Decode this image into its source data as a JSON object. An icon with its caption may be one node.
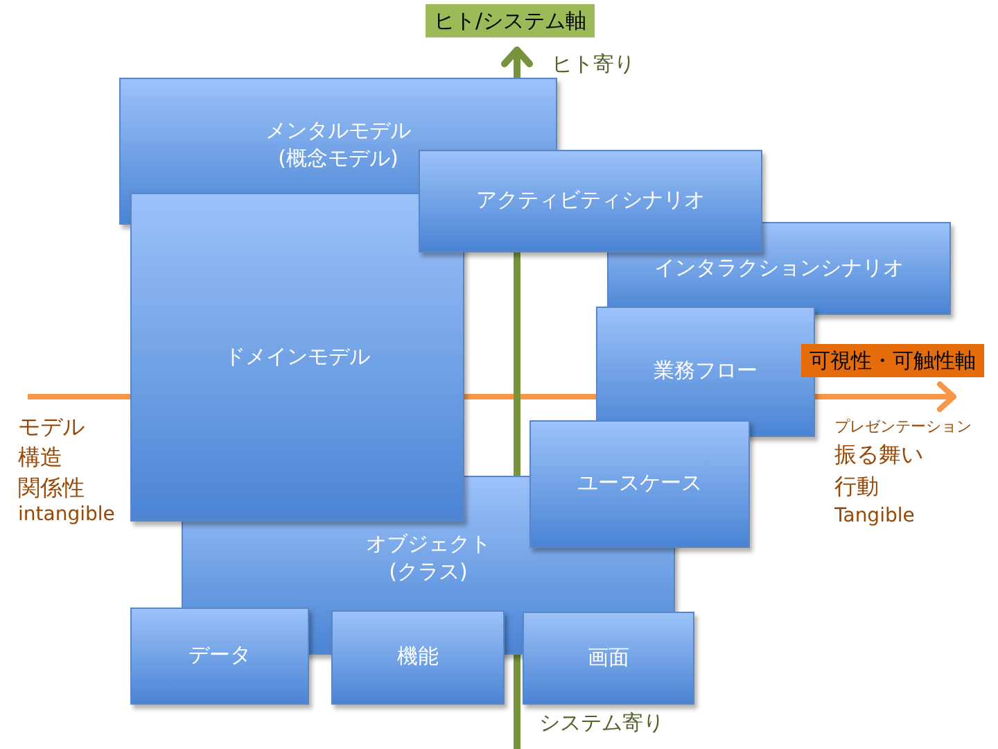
{
  "diagram": {
    "nodes": [
      {
        "text": [
          "メンタルモデル (概念モデル)"
        ]
      },
      {
        "text": [
          "アクティビティシナリオ"
        ]
      },
      {
        "text": [
          "インタラクションシナリオ"
        ]
      },
      {
        "text": [
          "ドメインモデル"
        ]
      },
      {
        "text": [
          "業務フロー"
        ]
      },
      {
        "text": [
          "ユースケース"
        ]
      },
      {
        "text": [
          "オブジェクト (クラス)"
        ]
      },
      {
        "text": [
          "データ"
        ]
      },
      {
        "text": [
          "機能"
        ]
      },
      {
        "text": [
          "画面"
        ]
      }
    ],
    "labels": [
      "ヒト/システム軸",
      "ヒト寄り",
      "可視性・可触性軸",
      "モデル",
      "構造",
      "関係性",
      "intangible",
      "プレゼンテーション",
      "振る舞い",
      "行動",
      "Tangible",
      "システム寄り"
    ]
  }
}
